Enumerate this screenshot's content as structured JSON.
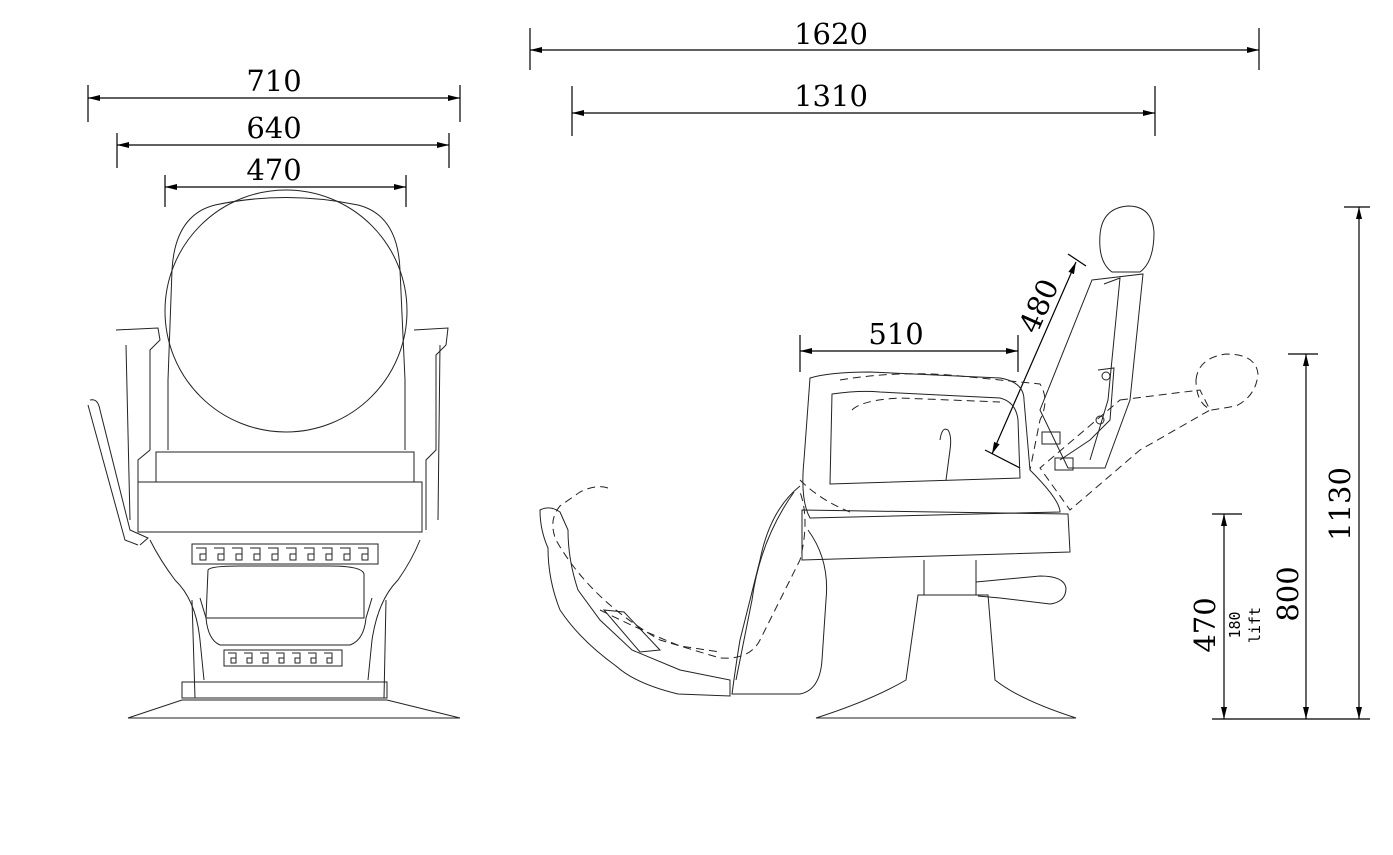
{
  "front_view": {
    "width_overall": "710",
    "width_armrests": "640",
    "width_back": "470"
  },
  "side_view": {
    "length_reclined": "1620",
    "length_upright": "1310",
    "seat_depth": "510",
    "backrest_height": "480"
  },
  "heights": {
    "seat_height": "470",
    "lift_note_value": "180",
    "lift_note_word": "lift",
    "arm_height": "800",
    "total_height": "1130"
  }
}
